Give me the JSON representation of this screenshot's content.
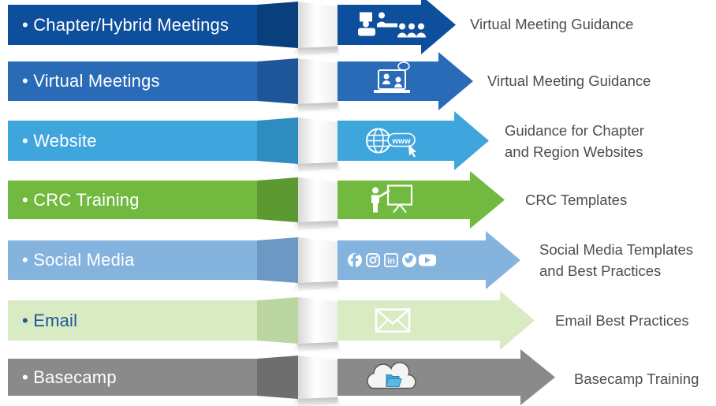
{
  "rows": [
    {
      "label": "• Chapter/Hybrid Meetings",
      "desc": [
        "Virtual Meeting Guidance"
      ],
      "icon": "meeting-group-icon",
      "colors": {
        "bar": "#0d4f9c",
        "dark": "#0a3f7d",
        "arrow": "#0d4f9c",
        "text": "#ffffff"
      }
    },
    {
      "label": "• Virtual Meetings",
      "desc": [
        "Virtual Meeting Guidance"
      ],
      "icon": "video-conference-icon",
      "colors": {
        "bar": "#2a6bb8",
        "dark": "#1f5699",
        "arrow": "#2a6bb8",
        "text": "#ffffff"
      }
    },
    {
      "label": "• Website",
      "desc": [
        "Guidance for Chapter",
        "and Region Websites"
      ],
      "icon": "globe-www-icon",
      "colors": {
        "bar": "#3fa6dd",
        "dark": "#2f8cc0",
        "arrow": "#3fa6dd",
        "text": "#ffffff"
      }
    },
    {
      "label": "• CRC Training",
      "desc": [
        "CRC Templates"
      ],
      "icon": "presenter-board-icon",
      "colors": {
        "bar": "#72b940",
        "dark": "#5c9a31",
        "arrow": "#72b940",
        "text": "#ffffff"
      }
    },
    {
      "label": "• Social Media",
      "desc": [
        "Social Media Templates",
        "and Best Practices"
      ],
      "icon": "social-media-icons",
      "colors": {
        "bar": "#84b3dd",
        "dark": "#6b99c4",
        "arrow": "#84b3dd",
        "text": "#ffffff"
      }
    },
    {
      "label": "• Email",
      "desc": [
        "Email Best Practices"
      ],
      "icon": "envelope-icon",
      "colors": {
        "bar": "#d8ebc3",
        "dark": "#bcd6a2",
        "arrow": "#d8ebc3",
        "text": "#1f5699"
      }
    },
    {
      "label": "• Basecamp",
      "desc": [
        "Basecamp Training"
      ],
      "icon": "cloud-folder-icon",
      "colors": {
        "bar": "#8a8a8a",
        "dark": "#6e6e6e",
        "arrow": "#8a8a8a",
        "text": "#ffffff"
      }
    }
  ]
}
